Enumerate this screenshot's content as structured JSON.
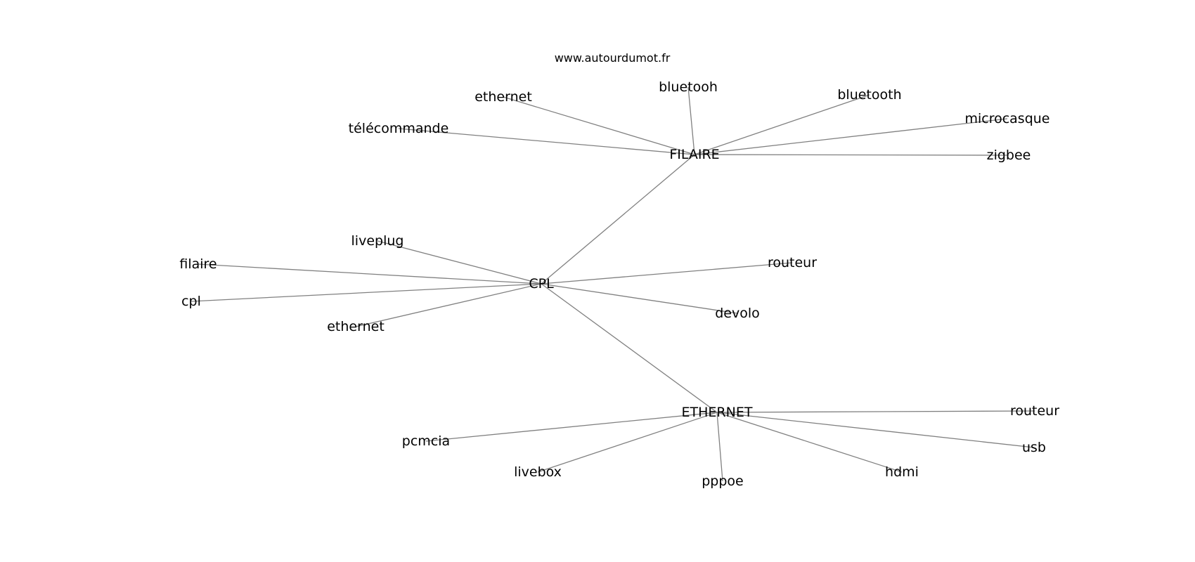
{
  "site": "www.autourdumot.fr",
  "edge_color": "#808080",
  "hubs": [
    {
      "id": "filaire_hub",
      "label": "FILAIRE"
    },
    {
      "id": "cpl_hub",
      "label": "CPL"
    },
    {
      "id": "ethernet_hub",
      "label": "ETHERNET"
    }
  ],
  "leaves": [
    {
      "id": "f1",
      "label": "bluetooh",
      "hub": "filaire_hub"
    },
    {
      "id": "f2",
      "label": "ethernet",
      "hub": "filaire_hub"
    },
    {
      "id": "f3",
      "label": "télécommande",
      "hub": "filaire_hub"
    },
    {
      "id": "f4",
      "label": "bluetooth",
      "hub": "filaire_hub"
    },
    {
      "id": "f5",
      "label": "microcasque",
      "hub": "filaire_hub"
    },
    {
      "id": "f6",
      "label": "zigbee",
      "hub": "filaire_hub"
    },
    {
      "id": "c1",
      "label": "liveplug",
      "hub": "cpl_hub"
    },
    {
      "id": "c2",
      "label": "filaire",
      "hub": "cpl_hub"
    },
    {
      "id": "c3",
      "label": "cpl",
      "hub": "cpl_hub"
    },
    {
      "id": "c4",
      "label": "ethernet",
      "hub": "cpl_hub"
    },
    {
      "id": "c5",
      "label": "routeur",
      "hub": "cpl_hub"
    },
    {
      "id": "c6",
      "label": "devolo",
      "hub": "cpl_hub"
    },
    {
      "id": "e1",
      "label": "routeur",
      "hub": "ethernet_hub"
    },
    {
      "id": "e2",
      "label": "usb",
      "hub": "ethernet_hub"
    },
    {
      "id": "e3",
      "label": "hdmi",
      "hub": "ethernet_hub"
    },
    {
      "id": "e4",
      "label": "pppoe",
      "hub": "ethernet_hub"
    },
    {
      "id": "e5",
      "label": "livebox",
      "hub": "ethernet_hub"
    },
    {
      "id": "e6",
      "label": "pcmcia",
      "hub": "ethernet_hub"
    }
  ],
  "hub_links": [
    [
      "filaire_hub",
      "cpl_hub"
    ],
    [
      "cpl_hub",
      "ethernet_hub"
    ]
  ]
}
